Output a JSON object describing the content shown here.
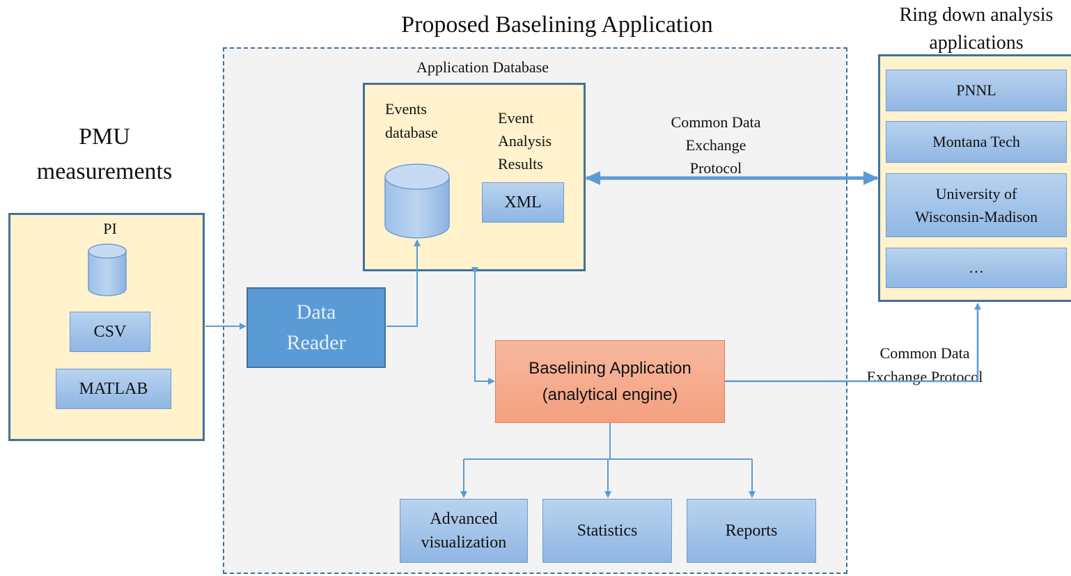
{
  "title": "Proposed Baselining Application",
  "pmu": {
    "heading": "PMU measurements",
    "pi_label": "PI",
    "csv_label": "CSV",
    "matlab_label": "MATLAB"
  },
  "data_reader": {
    "label": "Data Reader"
  },
  "app_database": {
    "caption": "Application Database",
    "events_label": "Events database",
    "results_label": "Event Analysis Results",
    "xml_label": "XML"
  },
  "exchange": {
    "top_label": "Common Data Exchange Protocol",
    "bottom_label": "Common Data Exchange Protocol"
  },
  "baselining": {
    "line1": "Baselining Application",
    "line2": "(analytical engine)"
  },
  "outputs": {
    "advanced": "Advanced visualization",
    "statistics": "Statistics",
    "reports": "Reports"
  },
  "ringdown": {
    "heading": "Ring down analysis applications",
    "items": [
      "PNNL",
      "Montana Tech",
      "University of Wisconsin-Madison",
      "…"
    ]
  },
  "colors": {
    "arrow": "#5b9bd5",
    "cream": "#fff2cc",
    "engine": "#f4a98a",
    "reader": "#5b9bd5",
    "dashed_border": "#41719c"
  }
}
